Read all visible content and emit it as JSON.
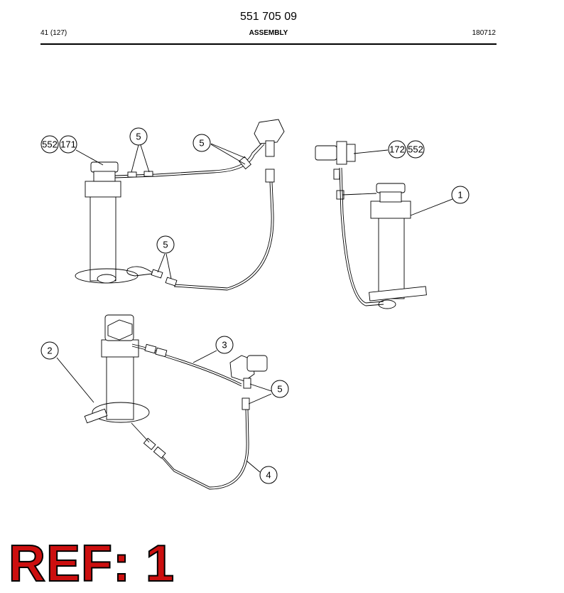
{
  "header": {
    "part_number": "551 705 09",
    "page": "41 (127)",
    "section": "ASSEMBLY",
    "date_code": "180712"
  },
  "callouts": {
    "c552a": "552",
    "c171": "171",
    "c5a": "5",
    "c5b": "5",
    "c5c": "5",
    "c172": "172",
    "c552b": "552",
    "c1": "1",
    "c2": "2",
    "c3": "3",
    "c5d": "5",
    "c4": "4"
  },
  "ref_label": "REF: 1"
}
